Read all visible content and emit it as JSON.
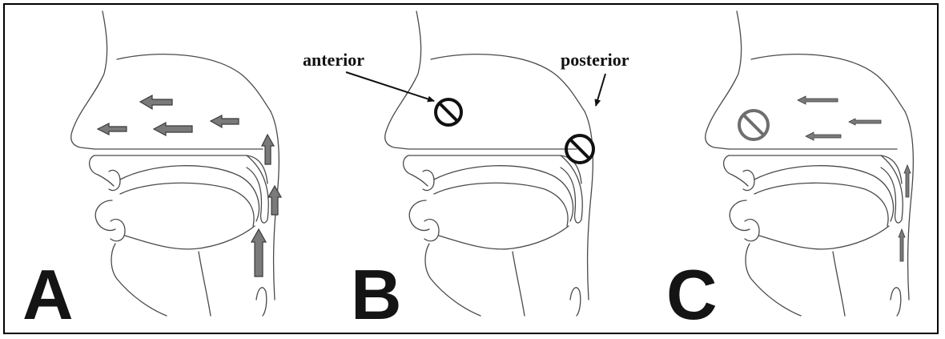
{
  "panels": [
    {
      "letter": "A"
    },
    {
      "letter": "B"
    },
    {
      "letter": "C"
    }
  ],
  "labels": {
    "anterior": "anterior",
    "posterior": "posterior"
  },
  "colors": {
    "arrow_fill": "#7a7a7a",
    "arrow_stroke": "#3a3a3a",
    "block_symbol_dark": "#111111",
    "block_symbol_gray": "#6e6e6e",
    "outline": "#4a4a4a"
  }
}
